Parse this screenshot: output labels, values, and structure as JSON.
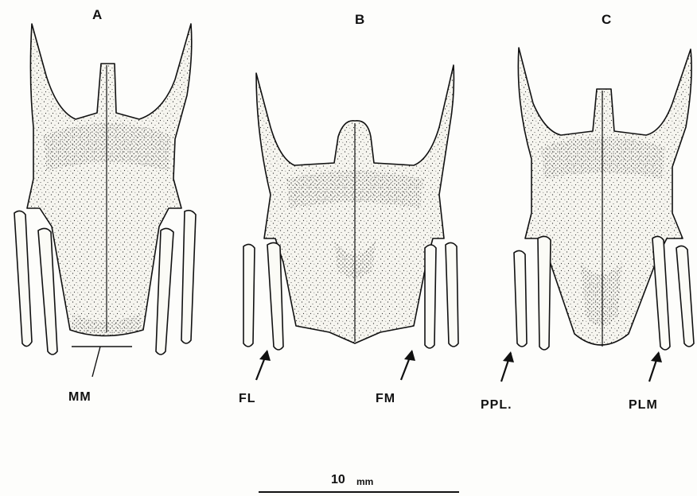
{
  "panels": [
    {
      "letter": "A",
      "label": "MM"
    },
    {
      "letter": "B",
      "label_left": "FL",
      "label_right": "FM"
    },
    {
      "letter": "C",
      "label_left": "PPL.",
      "label_right": "PLM"
    }
  ],
  "scale_bar": {
    "value": "10",
    "unit": "mm"
  }
}
